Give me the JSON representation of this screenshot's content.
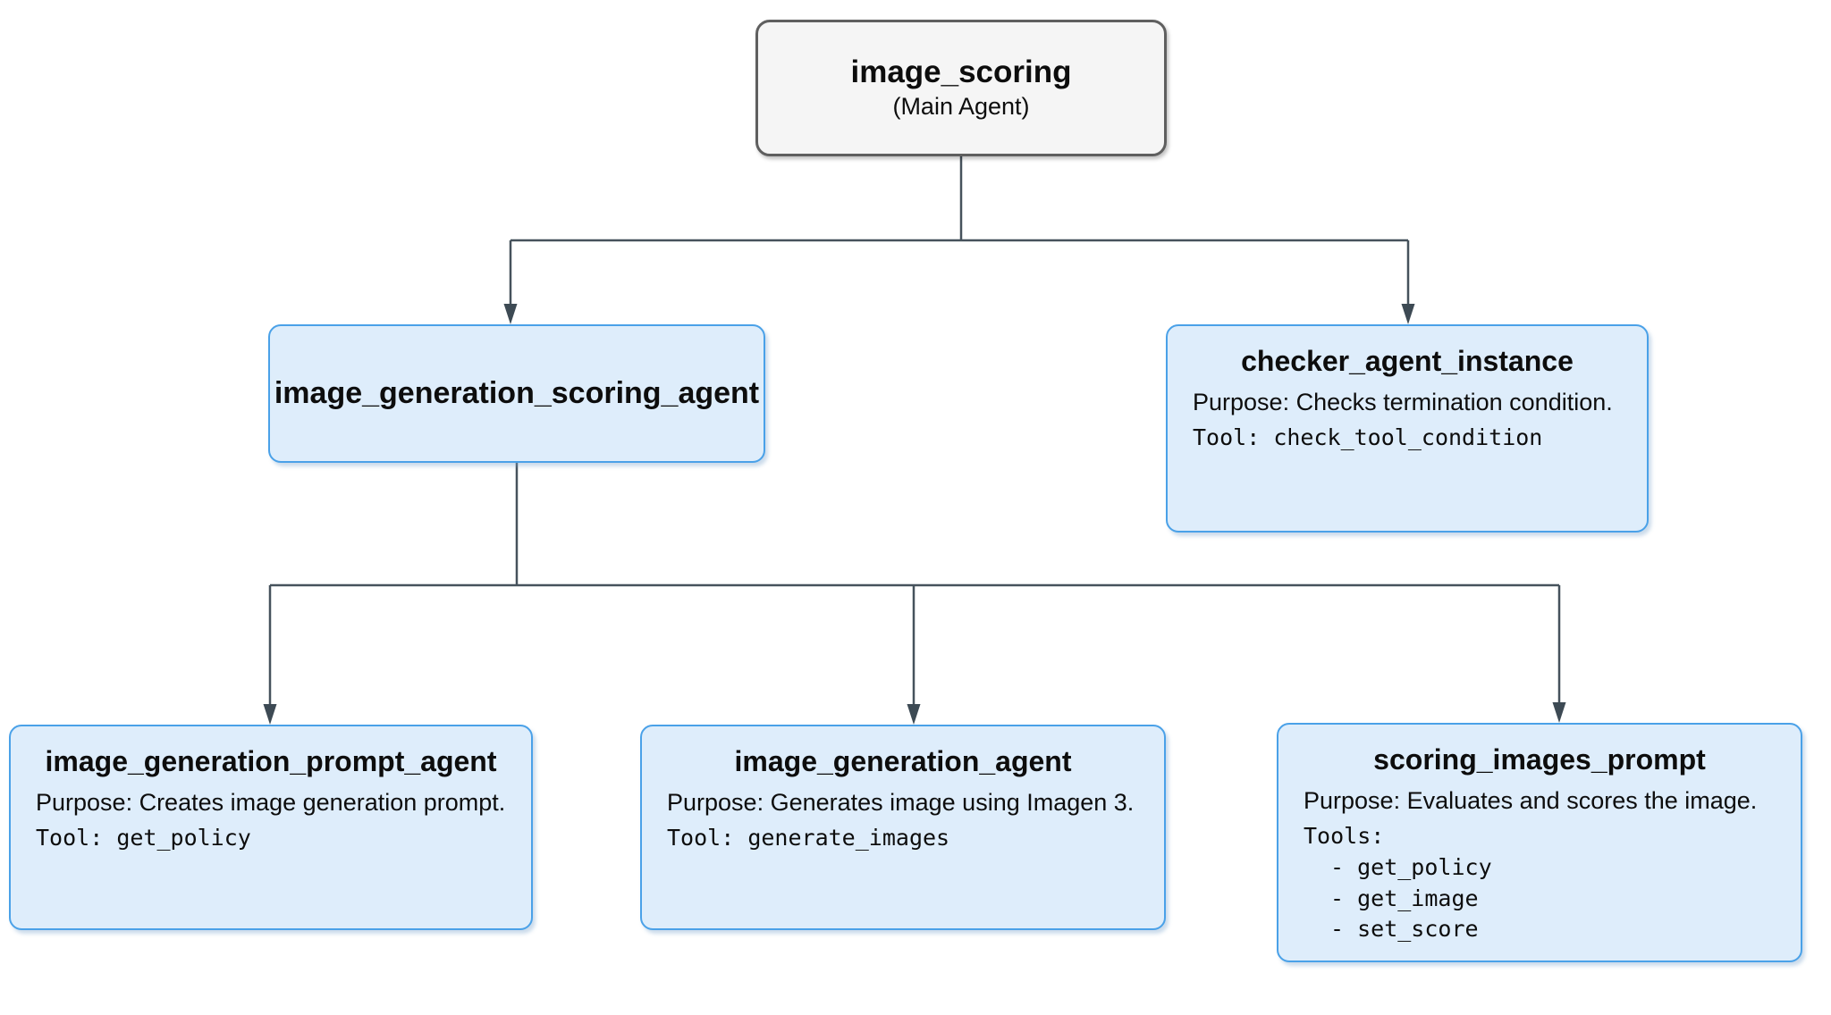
{
  "nodes": {
    "image_scoring": {
      "title": "image_scoring",
      "subtitle": "(Main Agent)"
    },
    "image_generation_scoring_agent": {
      "title": "image_generation_scoring_agent"
    },
    "checker_agent_instance": {
      "title": "checker_agent_instance",
      "purpose": "Purpose: Checks termination condition.",
      "tool_label": "Tool:",
      "tool_name": "check_tool_condition"
    },
    "image_generation_prompt_agent": {
      "title": "image_generation_prompt_agent",
      "purpose": "Purpose: Creates image generation prompt.",
      "tool_label": "Tool:",
      "tool_name": "get_policy"
    },
    "image_generation_agent": {
      "title": "image_generation_agent",
      "purpose": "Purpose: Generates image using Imagen 3.",
      "tool_label": "Tool:",
      "tool_name": "generate_images"
    },
    "scoring_images_prompt": {
      "title": "scoring_images_prompt",
      "purpose": "Purpose: Evaluates and scores the image.",
      "tools_label": "Tools:",
      "tools": [
        "- get_policy",
        "- get_image",
        "- set_score"
      ]
    }
  },
  "colors": {
    "node_fill": "#deedfb",
    "node_border": "#4aa1e8",
    "root_fill": "#f5f5f5",
    "root_border": "#5f5f5f",
    "connector": "#46525c",
    "text": "#0d0d0d",
    "background": "#ffffff"
  }
}
